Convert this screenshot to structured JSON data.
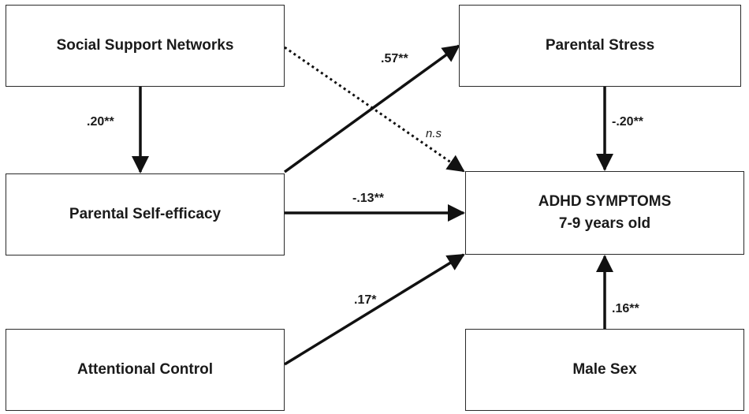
{
  "nodes": {
    "social_support": "Social Support Networks",
    "parental_self_efficacy": "Parental Self-efficacy",
    "attentional_control": "Attentional Control",
    "parental_stress": "Parental Stress",
    "adhd_line1": "ADHD SYMPTOMS",
    "adhd_line2": "7-9 years old",
    "male_sex": "Male Sex"
  },
  "paths": {
    "social_to_selfefficacy": ".20**",
    "selfefficacy_to_stress": ".57**",
    "social_to_adhd": "n.s",
    "stress_to_adhd": "-.20**",
    "selfefficacy_to_adhd": "-.13**",
    "attention_to_adhd": ".17*",
    "male_to_adhd": ".16**"
  },
  "colors": {
    "line": "#111111",
    "border": "#2a2a2a"
  }
}
